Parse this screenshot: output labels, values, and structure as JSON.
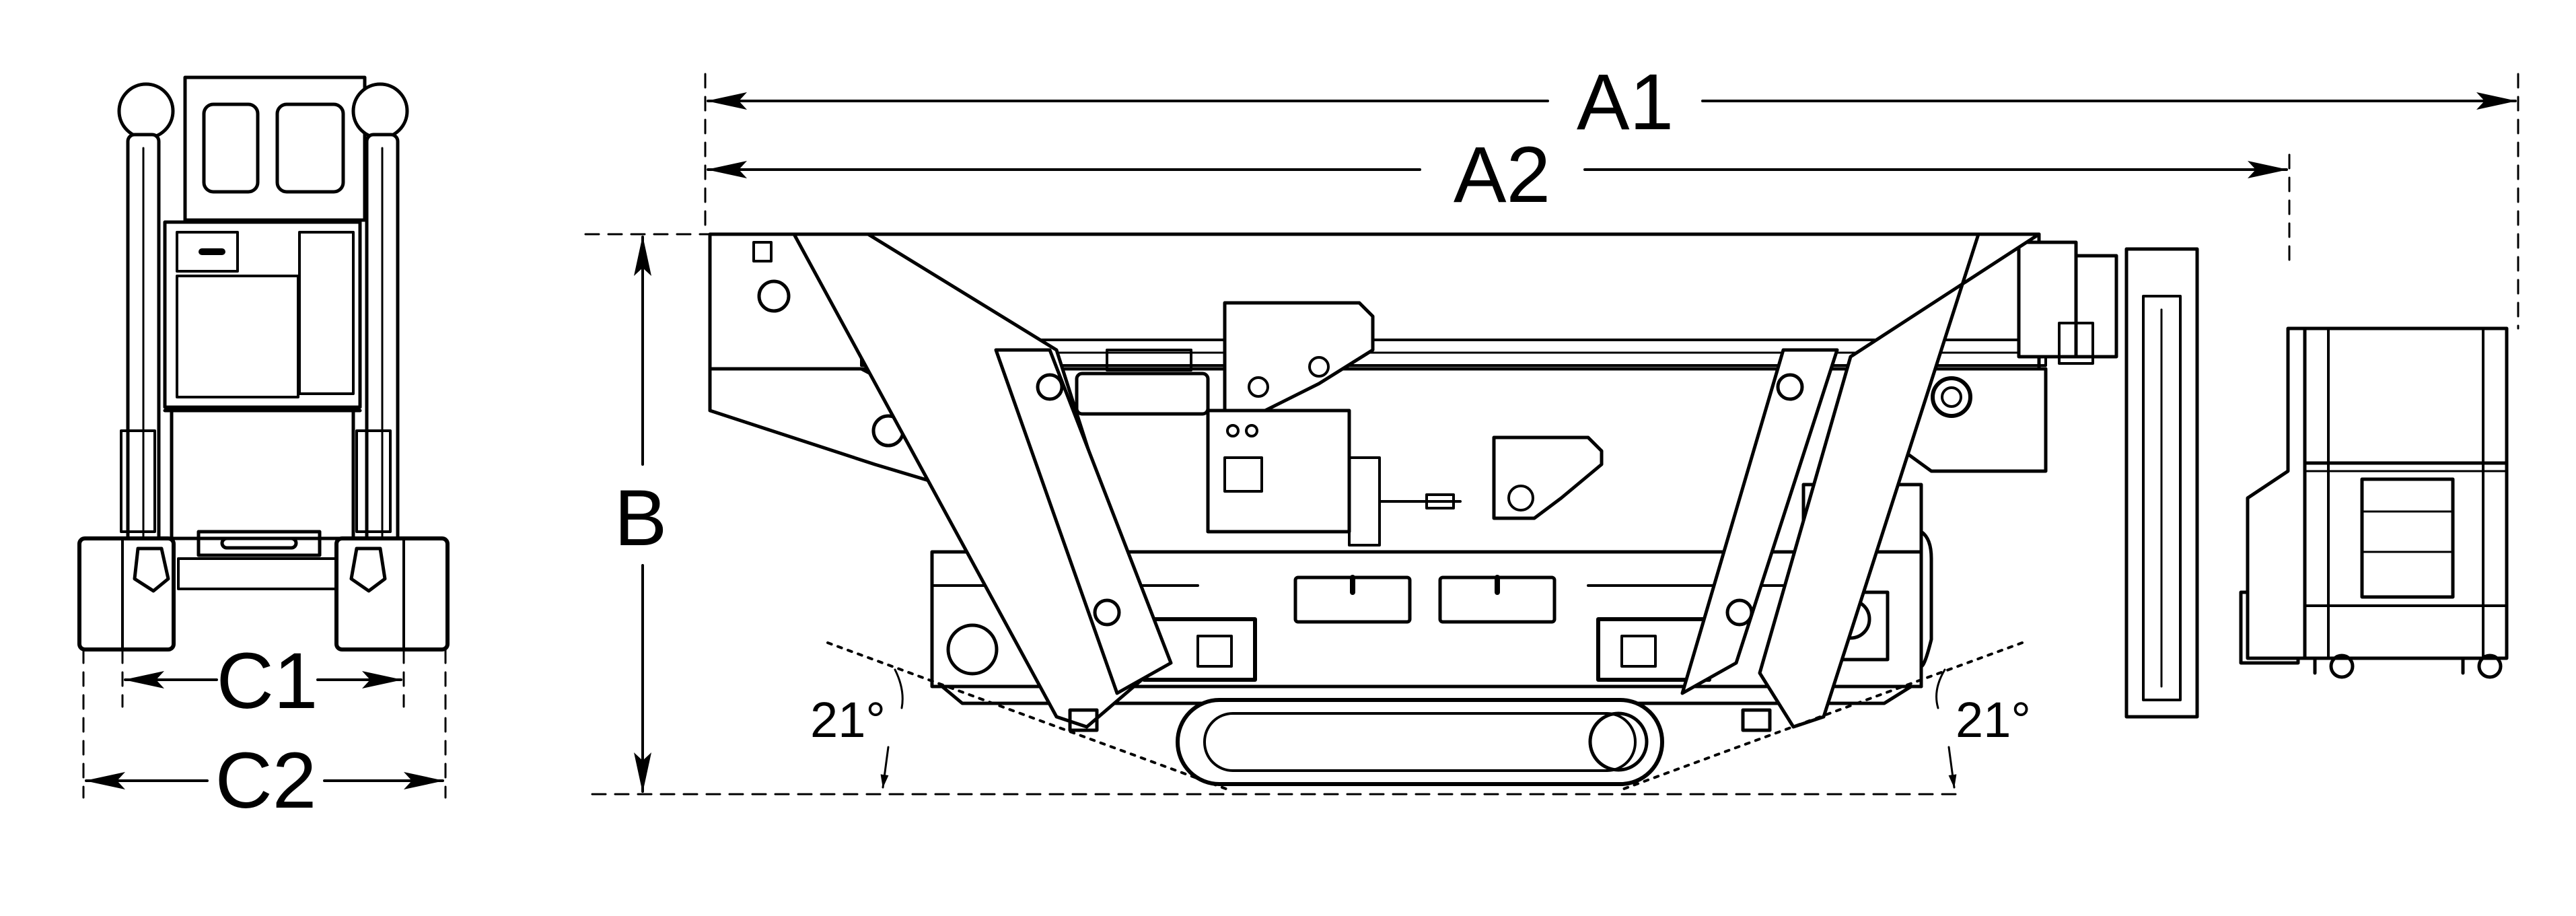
{
  "dimensions": {
    "a1": "A1",
    "a2": "A2",
    "b": "B",
    "c1": "C1",
    "c2": "C2"
  },
  "angles": {
    "left": "21°",
    "right": "21°"
  },
  "colors": {
    "line": "#000000",
    "background": "#ffffff"
  }
}
